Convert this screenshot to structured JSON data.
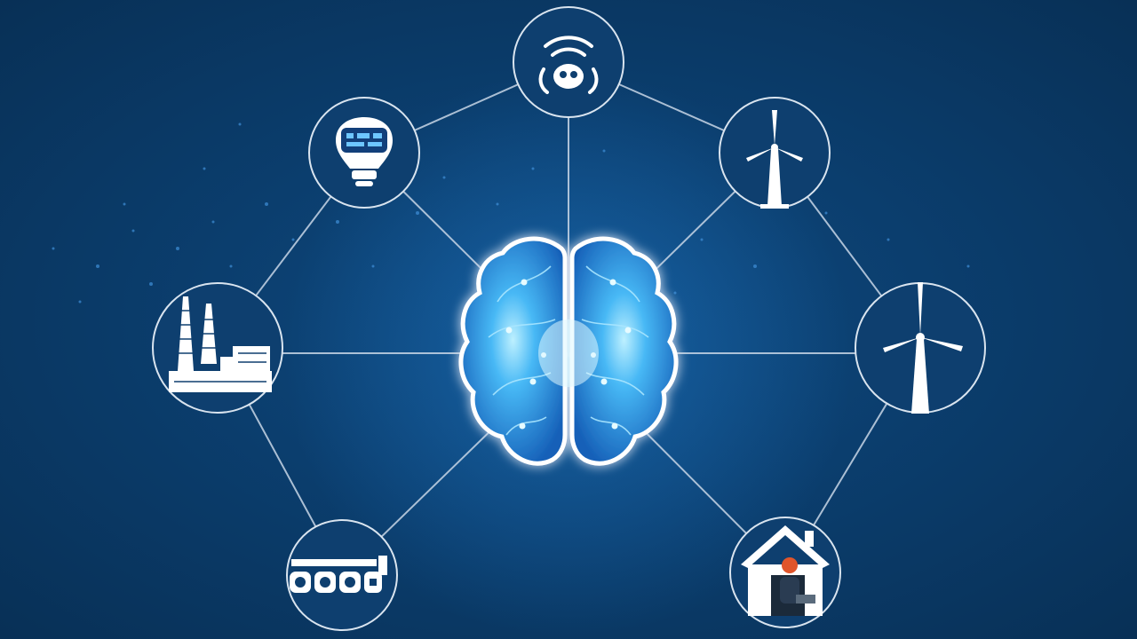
{
  "scene": {
    "background_color": "#0b3a66",
    "line_color": "#c8d6e6",
    "glow_color": "#4fc3ff",
    "node_stroke": "#d9e4ef"
  },
  "center": {
    "icon": "brain-icon"
  },
  "nodes": [
    {
      "name": "node-wireless-sensor",
      "icon": "wireless-sensor-icon"
    },
    {
      "name": "node-smart-bulb",
      "icon": "smart-bulb-icon"
    },
    {
      "name": "node-wind-turbine-top",
      "icon": "wind-turbine-icon"
    },
    {
      "name": "node-power-plant",
      "icon": "power-plant-icon"
    },
    {
      "name": "node-wind-turbine-right",
      "icon": "wind-turbine-icon"
    },
    {
      "name": "node-batteries",
      "icon": "battery-bank-icon"
    },
    {
      "name": "node-smart-home",
      "icon": "smart-home-icon"
    }
  ]
}
